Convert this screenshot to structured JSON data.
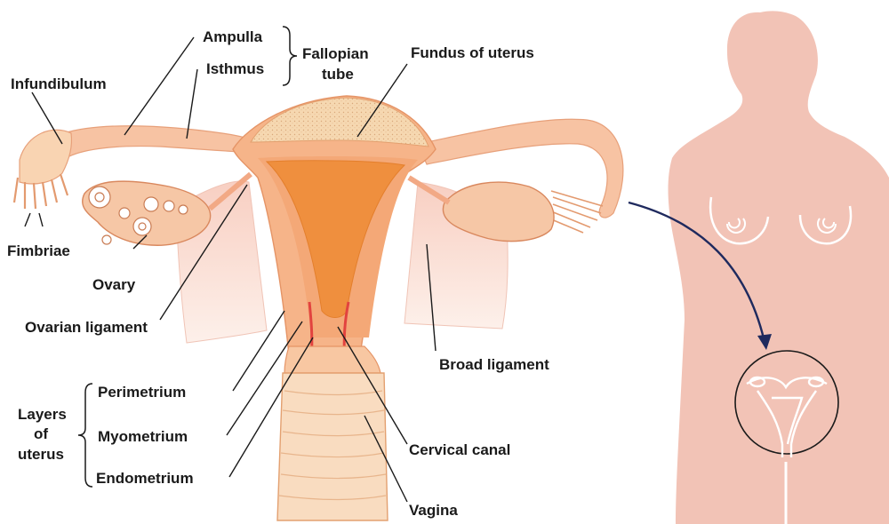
{
  "labels": {
    "ampulla": "Ampulla",
    "isthmus": "Isthmus",
    "fallopian_tube_line1": "Fallopian",
    "fallopian_tube_line2": "tube",
    "fundus": "Fundus of uterus",
    "infundibulum": "Infundibulum",
    "fimbriae": "Fimbriae",
    "ovary": "Ovary",
    "ovarian_ligament": "Ovarian ligament",
    "broad_ligament": "Broad ligament",
    "layers_line1": "Layers",
    "layers_line2": "of",
    "layers_line3": "uterus",
    "perimetrium": "Perimetrium",
    "myometrium": "Myometrium",
    "endometrium": "Endometrium",
    "cervical_canal": "Cervical canal",
    "vagina": "Vagina"
  },
  "colors": {
    "silhouette": "#f2c3b6",
    "uterus_wall": "#f6b489",
    "cavity": "#ef8f3e",
    "fundus": "#f4d3a8",
    "tube": "#f7c3a3",
    "ligament": "#fbe3da",
    "ovary": "#f6c7a6",
    "vagina": "#f9dcc0",
    "arrow": "#1f2a5e"
  }
}
